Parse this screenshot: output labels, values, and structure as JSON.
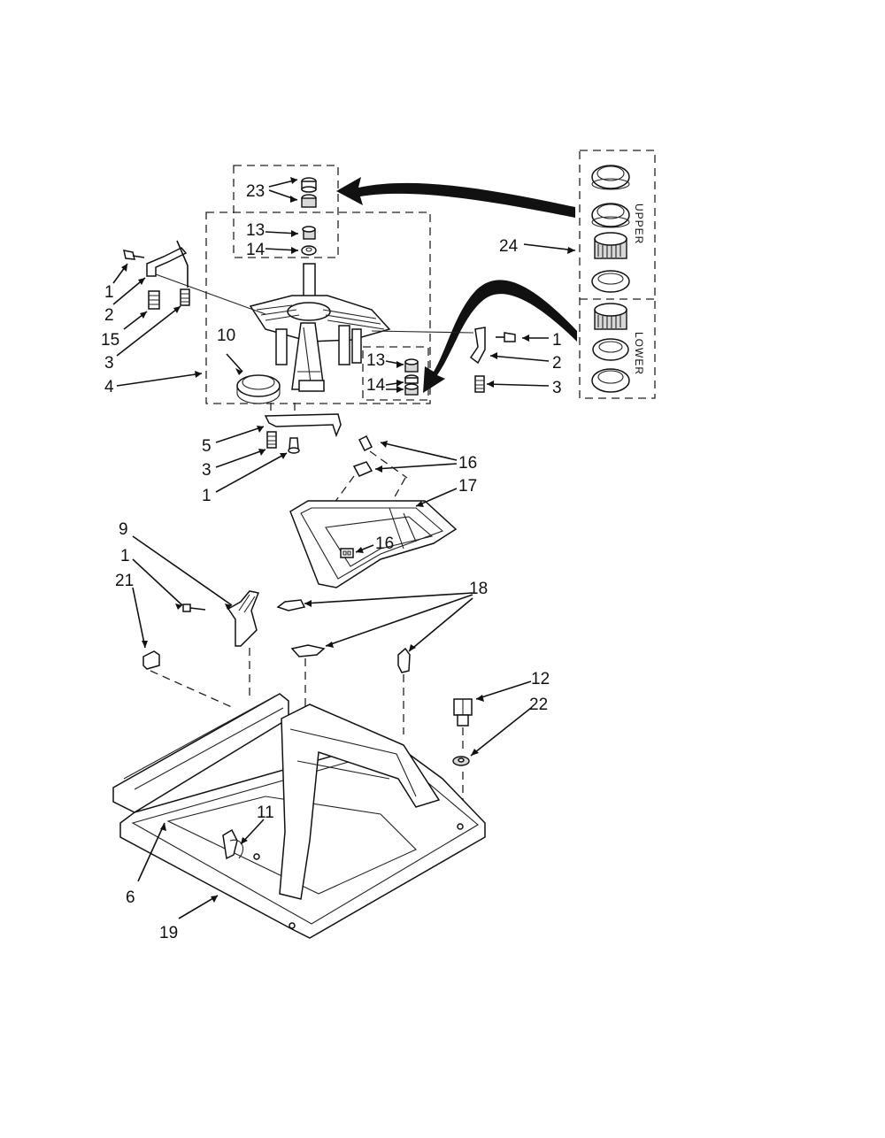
{
  "callouts": {
    "c23": "23",
    "c13a": "13",
    "c14a": "14",
    "c24": "24",
    "c1a": "1",
    "c2a": "2",
    "c15": "15",
    "c3a": "3",
    "c4": "4",
    "c10": "10",
    "c1b": "1",
    "c2b": "2",
    "c3b": "3",
    "c13b": "13",
    "c14b": "14",
    "c5": "5",
    "c3c": "3",
    "c1c": "1",
    "c16a": "16",
    "c17": "17",
    "c16b": "16",
    "c9": "9",
    "c1d": "1",
    "c21": "21",
    "c18": "18",
    "c12": "12",
    "c22": "22",
    "c11": "11",
    "c6": "6",
    "c19": "19"
  },
  "kit_labels": {
    "upper": "UPPER",
    "lower": "LOWER"
  }
}
